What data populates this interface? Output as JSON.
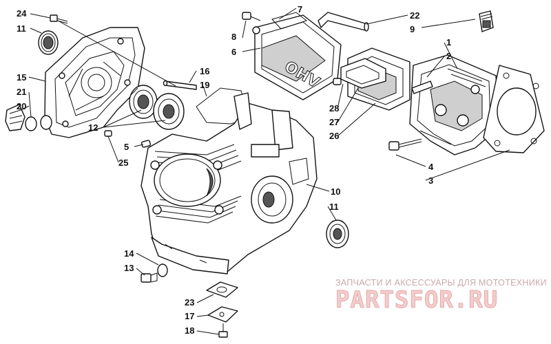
{
  "labels": {
    "p1": "1",
    "p2": "2",
    "p3": "3",
    "p4": "4",
    "p5": "5",
    "p6": "6",
    "p7": "7",
    "p8": "8",
    "p9": "9",
    "p10": "10",
    "p11a": "11",
    "p11b": "11",
    "p12": "12",
    "p13": "13",
    "p14": "14",
    "p15": "15",
    "p16": "16",
    "p17": "17",
    "p18": "18",
    "p19": "19",
    "p20": "20",
    "p21": "21",
    "p22": "22",
    "p23": "23",
    "p24": "24",
    "p25": "25",
    "p26": "26",
    "p27": "27",
    "p28": "28"
  },
  "cover_text": "OHV",
  "watermark": {
    "tagline": "ЗАПЧАСТИ И АКСЕССУАРЫ ДЛЯ МОТОТЕХНИКИ",
    "brand": "PARTSFOR.RU"
  },
  "colors": {
    "ink": "#111111",
    "watermark": "#e6a9a9"
  }
}
